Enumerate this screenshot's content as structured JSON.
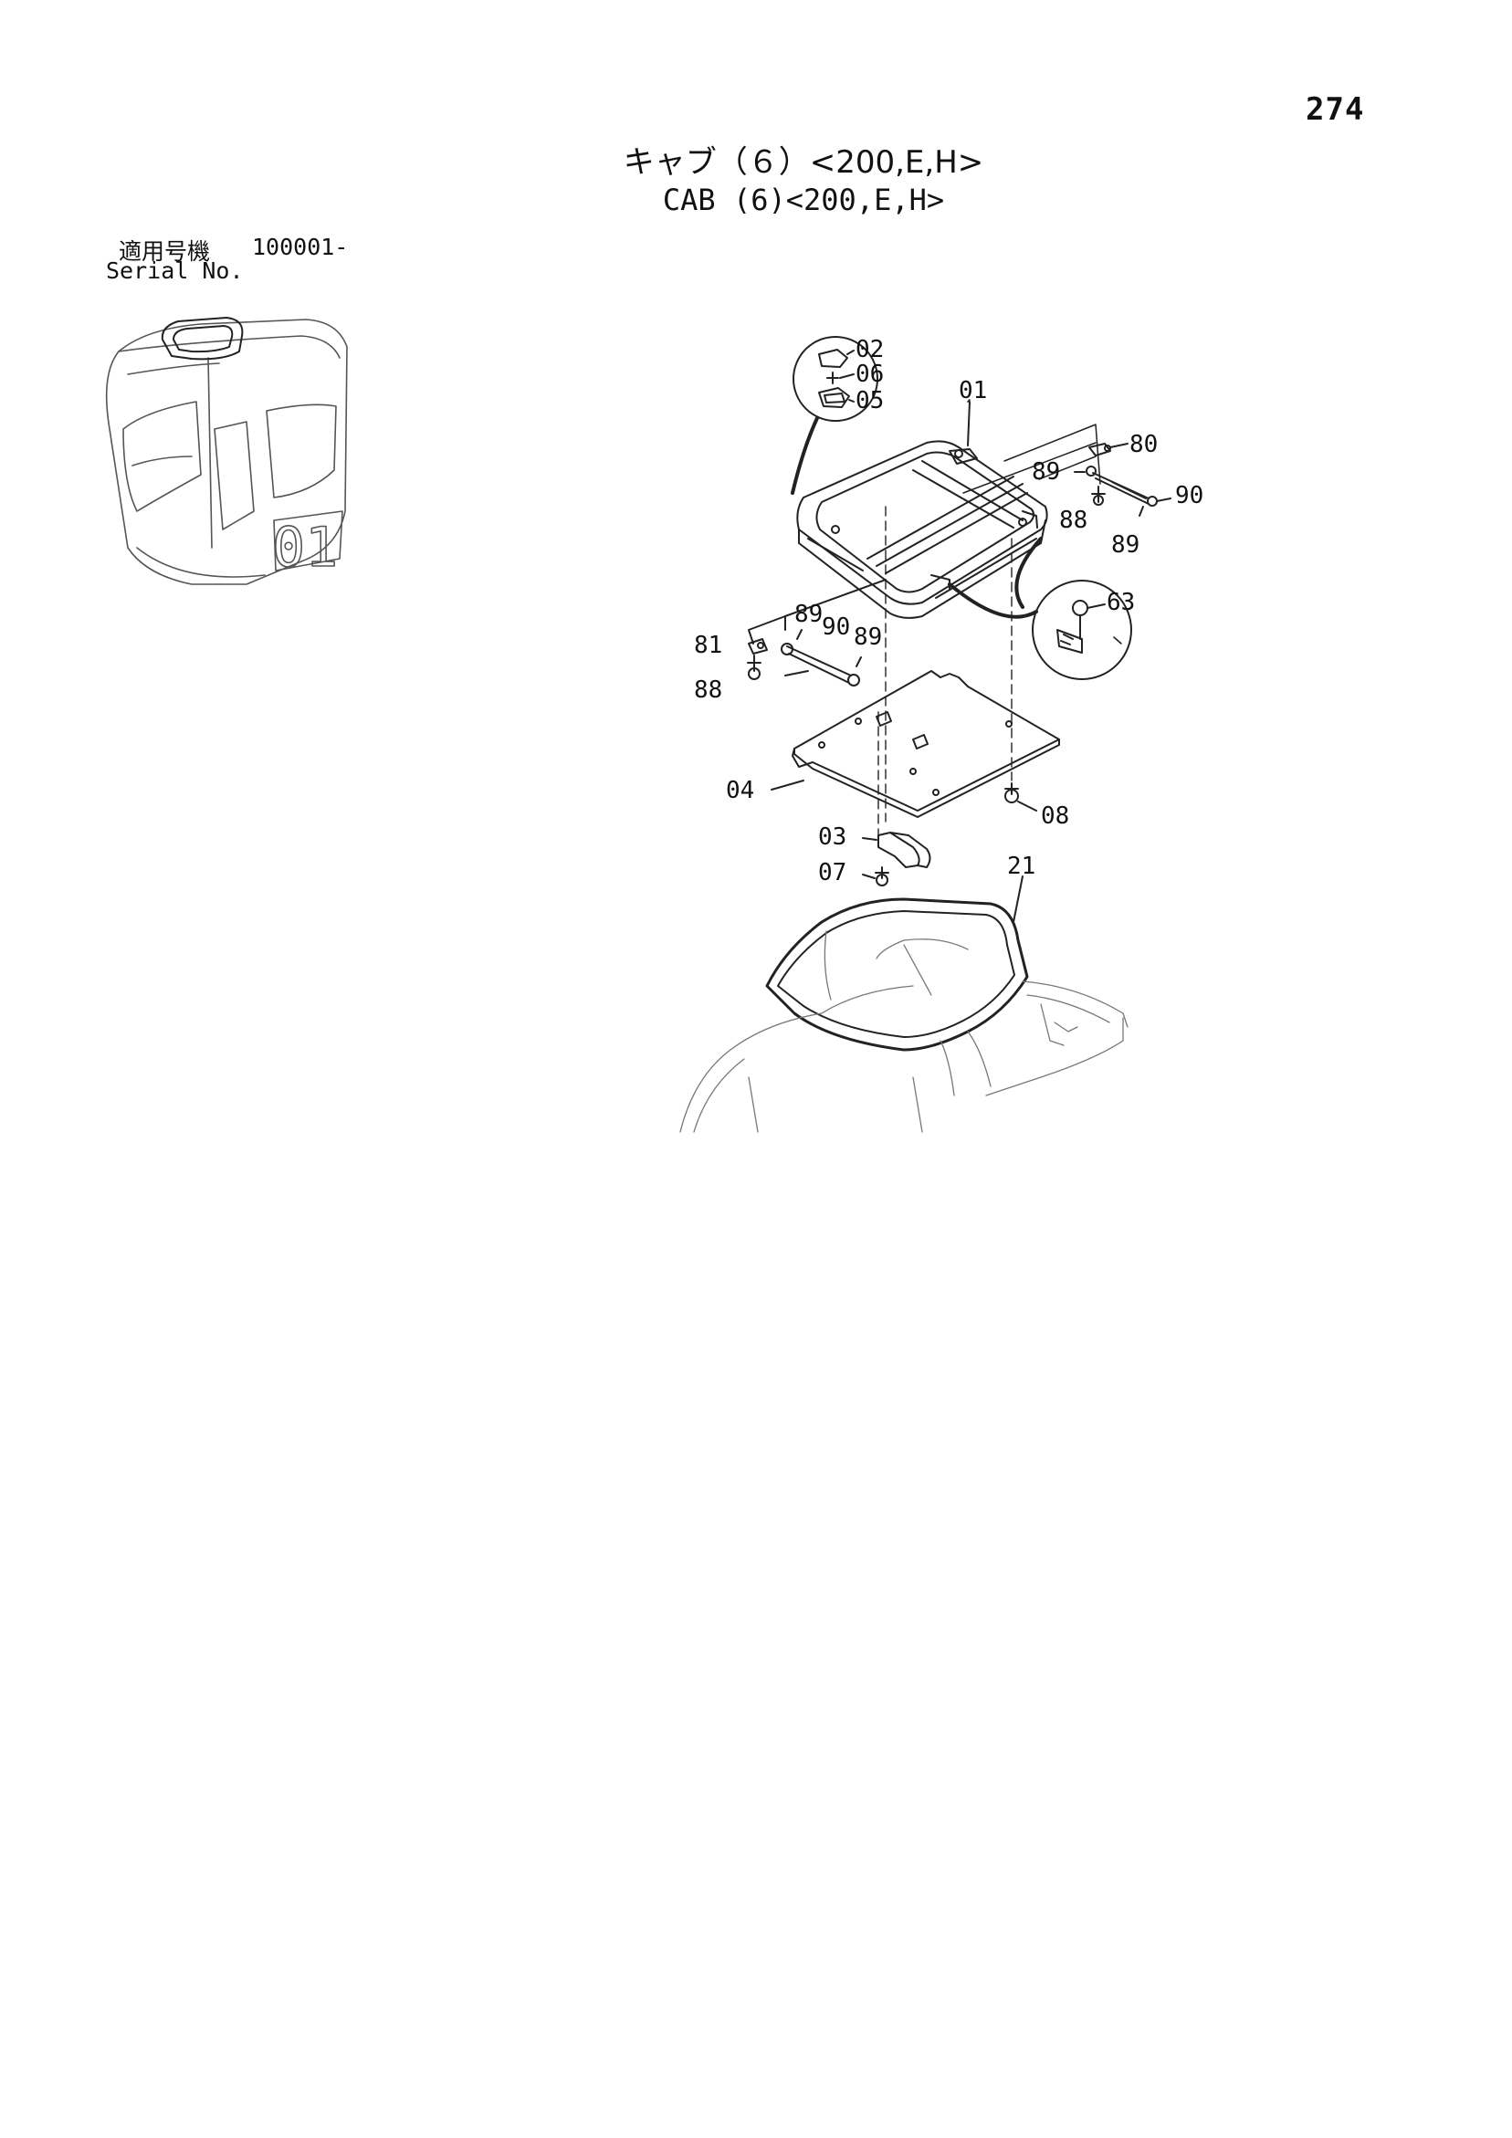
{
  "page_number": "274",
  "title_jp": "キャブ（６）<200,E,H>",
  "title_en": "CAB (6)<200,E,H>",
  "serial": {
    "label_jp": "適用号機",
    "value": "100001-",
    "label_en": "Serial No."
  },
  "callouts": {
    "p01": "01",
    "p02": "02",
    "p03": "03",
    "p04": "04",
    "p05": "05",
    "p06": "06",
    "p07": "07",
    "p08": "08",
    "p21": "21",
    "p63": "63",
    "p80": "80",
    "p81": "81",
    "p88a": "88",
    "p88b": "88",
    "p89a": "89",
    "p89b": "89",
    "p89c": "89",
    "p89d": "89",
    "p90a": "90",
    "p90b": "90"
  },
  "thumbnail_marking": "01"
}
